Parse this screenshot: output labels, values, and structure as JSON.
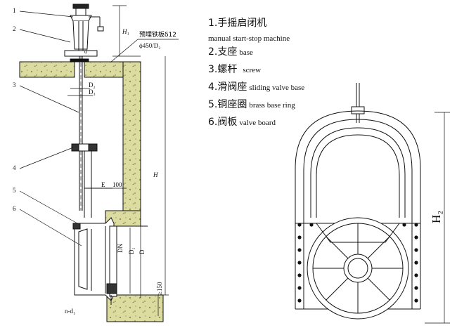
{
  "legend": {
    "items": [
      {
        "num": "1.",
        "cn": "手摇启闭机",
        "en": ""
      },
      {
        "num": "",
        "cn": "",
        "en": "manual start-stop machine"
      },
      {
        "num": "2.",
        "cn": "支座",
        "en": "base"
      },
      {
        "num": "3.",
        "cn": "螺杆",
        "en": "screw"
      },
      {
        "num": "4.",
        "cn": "滑阀座",
        "en": "sliding valve base"
      },
      {
        "num": "5.",
        "cn": "铜座圈",
        "en": "brass base ring"
      },
      {
        "num": "6.",
        "cn": "阀板",
        "en": "valve board"
      }
    ]
  },
  "side_view": {
    "callouts": [
      "1",
      "2",
      "3",
      "4",
      "5",
      "6"
    ],
    "embed_plate": "预埋铁板δ12",
    "pipe_dim": "ϕ450/D₂",
    "dims": {
      "h1": "H₁",
      "d": "d",
      "d2": "D₂",
      "d3": "D₃",
      "e": "E",
      "e_val": "100",
      "h": "H",
      "dn": "DN",
      "d1": "D₁",
      "d_small": "D",
      "min150": "≥150",
      "bolts": "n-d₁"
    }
  },
  "front_view": {
    "h2": "H₂"
  }
}
